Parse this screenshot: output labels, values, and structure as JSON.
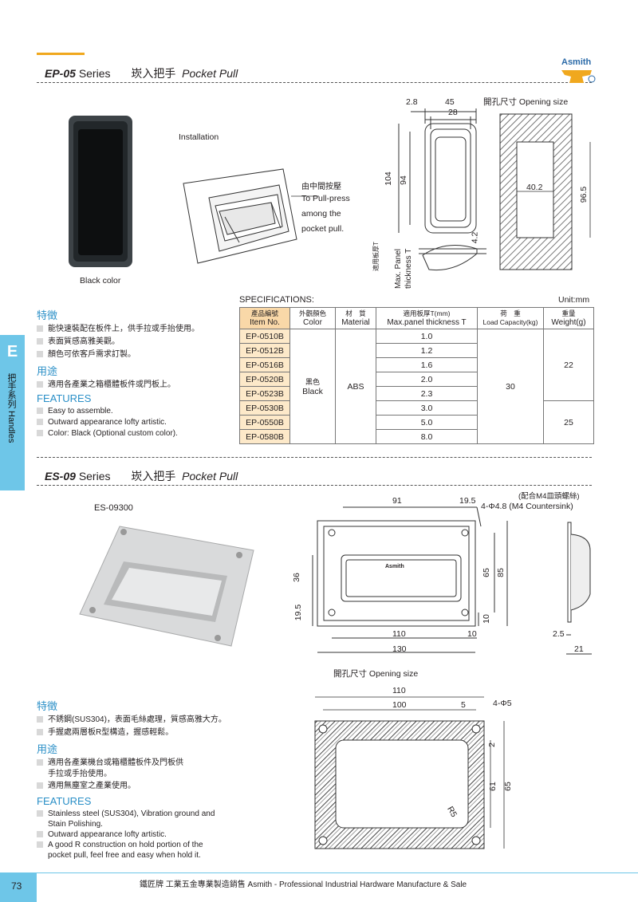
{
  "brand": {
    "name": "Asmith",
    "mark": "®"
  },
  "ep05": {
    "series_code": "EP-05",
    "series_word": "Series",
    "title_cn": "崁入把手",
    "title_en": "Pocket Pull",
    "photo_caption": "Black color",
    "installation": "Installation",
    "press_cn": "由中間按壓",
    "press_en": [
      "To Pull-press",
      "among the",
      "pocket pull."
    ],
    "opening_size": "開孔尺寸  Opening size",
    "panel_label_cn": "適用板厚T",
    "panel_label_en": [
      "Max. Panel",
      "thickness T"
    ],
    "dims": {
      "d2_8": "2.8",
      "d45": "45",
      "d28": "28",
      "d104": "104",
      "d94": "94",
      "d4_2": "4.2",
      "d40_2": "40.2",
      "d96_5": "96.5"
    },
    "features_cn_heading": "特徵",
    "features_cn": [
      "能快速裝配在板件上，供手拉或手抬使用。",
      "表面質感高雅美觀。",
      "顏色可依客戶需求訂製。"
    ],
    "usage_heading": "用途",
    "usage_cn": [
      "適用各產業之箱櫃體板件或門板上。"
    ],
    "features_en_heading": "FEATURES",
    "features_en": [
      "Easy to assemble.",
      "Outward appearance lofty artistic.",
      "Color: Black (Optional custom color)."
    ]
  },
  "specs": {
    "title": "SPECIFICATIONS:",
    "unit": "Unit:mm",
    "headers": [
      [
        "產品編號",
        "Item No."
      ],
      [
        "外觀顏色",
        "Color"
      ],
      [
        "材　質",
        "Material"
      ],
      [
        "適用板厚T(mm)",
        "Max.panel thickness T"
      ],
      [
        "荷　重",
        "Load Capacity(kg)"
      ],
      [
        "重量",
        "Weight(g)"
      ]
    ],
    "items": [
      "EP-0510B",
      "EP-0512B",
      "EP-0516B",
      "EP-0520B",
      "EP-0523B",
      "EP-0530B",
      "EP-0550B",
      "EP-0580B"
    ],
    "thickness": [
      "1.0",
      "1.2",
      "1.6",
      "2.0",
      "2.3",
      "3.0",
      "5.0",
      "8.0"
    ],
    "color_cn": "黑色",
    "color_en": "Black",
    "material": "ABS",
    "load": "30",
    "weight_a": "22",
    "weight_b": "25"
  },
  "es09": {
    "series_code": "ES-09",
    "series_word": "Series",
    "title_cn": "崁入把手",
    "title_en": "Pocket Pull",
    "model": "ES-09300",
    "screw_note": "(配合M4皿頭螺絲)",
    "holes": "4-Φ4.8 (M4 Countersink)",
    "logo_text": "Asmith",
    "dims": {
      "d91": "91",
      "d19_5a": "19.5",
      "d36": "36",
      "d19_5b": "19.5",
      "d65": "65",
      "d85": "85",
      "d10a": "10",
      "d110": "110",
      "d10b": "10",
      "d130": "130",
      "d2_5": "2.5",
      "d21": "21"
    },
    "opening_size": "開孔尺寸  Opening size",
    "open_dims": {
      "d110": "110",
      "d100": "100",
      "d5": "5",
      "holes": "4-Φ5",
      "d2": "2",
      "d61": "61",
      "d65": "65",
      "r5": "R5"
    },
    "features_cn_heading": "特徵",
    "features_cn": [
      "不銹鋼(SUS304)，表面毛絲處理，質感高雅大方。",
      "手握處兩層板R型構造，握感輕鬆。"
    ],
    "usage_heading": "用途",
    "usage_cn": [
      "適用各產業機台或箱櫃體板件及門板供",
      "手拉或手抬使用。",
      "適用無塵室之產業使用。"
    ],
    "features_en_heading": "FEATURES",
    "features_en": [
      "Stainless steel (SUS304), Vibration ground and",
      "Stain Polishing.",
      "Outward appearance lofty artistic.",
      "A good R construction on hold portion of the",
      "pocket pull, feel free and easy when hold it."
    ]
  },
  "side_tab": {
    "letter": "E",
    "text": "把手系列 Handles"
  },
  "page_number": "73",
  "footer": "鐵匠牌  工業五金專業製造銷售   Asmith - Professional Industrial Hardware Manufacture & Sale",
  "colors": {
    "accent_orange": "#f0a81e",
    "tab_blue": "#6ec6e8",
    "heading_blue": "#2a8fc7",
    "table_header": "#f9d8a8"
  }
}
